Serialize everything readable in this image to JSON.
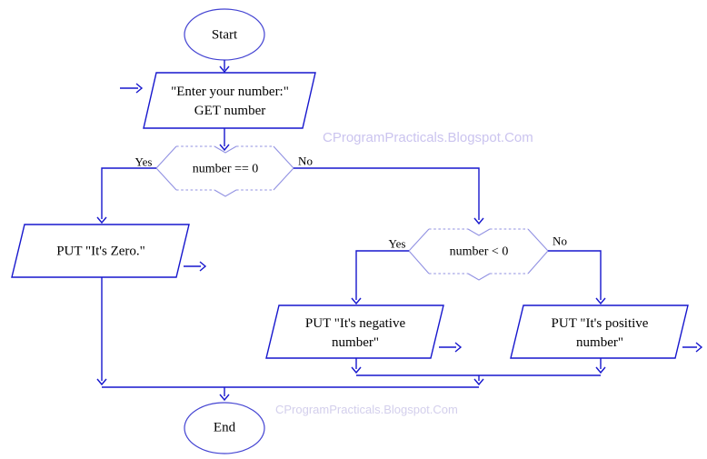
{
  "colors": {
    "flow_line": "#1717CD",
    "terminal_stroke": "#4343D2",
    "decision_stroke": "#9191E2",
    "text": "#000000",
    "watermark_top": "#CBC4EF",
    "watermark_bottom": "#D3CFEC",
    "background": "#FFFFFF"
  },
  "watermarks": {
    "top": "CProgramPracticals.Blogspot.Com",
    "bottom": "CProgramPracticals.Blogspot.Com"
  },
  "nodes": {
    "start": {
      "label": "Start"
    },
    "input": {
      "lines": [
        "\"Enter your number:\"",
        "GET number"
      ]
    },
    "decision_zero": {
      "condition": "number == 0",
      "yes_label": "Yes",
      "no_label": "No"
    },
    "output_zero": {
      "lines": [
        "PUT \"It's Zero.\""
      ]
    },
    "decision_negative": {
      "condition": "number < 0",
      "yes_label": "Yes",
      "no_label": "No"
    },
    "output_negative": {
      "lines": [
        "PUT \"It's negative",
        "number\""
      ]
    },
    "output_positive": {
      "lines": [
        "PUT \"It's positive",
        "number\""
      ]
    },
    "end": {
      "label": "End"
    }
  }
}
